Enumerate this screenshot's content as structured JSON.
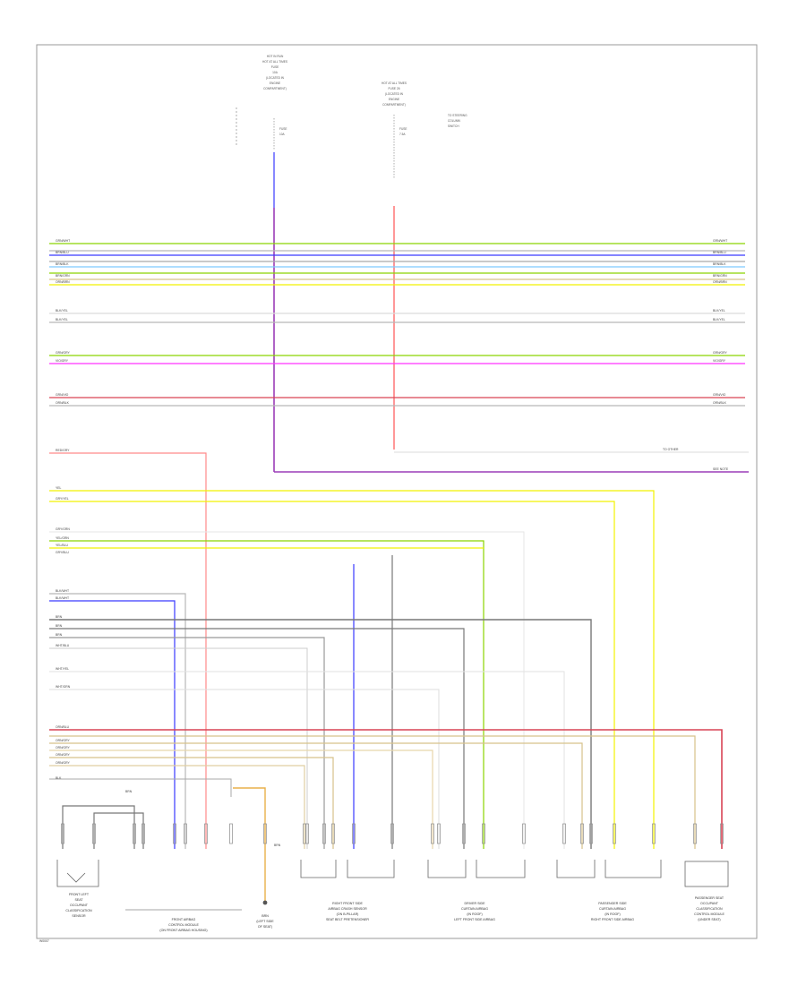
{
  "page_code": "W0007",
  "colors": {
    "green": "#8bd400",
    "yellow": "#f2f200",
    "blue": "#3a3aff",
    "lightblue": "#7ecbff",
    "tan": "#d7c28a",
    "purple": "#9b3db8",
    "magenta": "#ff33ff",
    "red": "#ff5555",
    "darkred": "#d94455",
    "gray": "#b8b8b8",
    "darkgray": "#777777",
    "lightgray": "#dcdcdc",
    "orange": "#e8b04a"
  },
  "top_notes": {
    "left_fuse": [
      "HOT IN RUN",
      "HOT AT ALL TIMES",
      "FUSE",
      "10A",
      "(LOCATED IN",
      "ENGINE",
      "COMPARTMENT)"
    ],
    "mid_fuse": [
      "HOT AT ALL TIMES",
      "FUSE 26",
      "(LOCATED IN",
      "ENGINE",
      "COMPARTMENT)"
    ],
    "right_note": [
      "TO STEERING",
      "COLUMN",
      "SWITCH"
    ]
  },
  "fuse_labels": {
    "left": [
      "FUSE",
      "10A"
    ],
    "mid": [
      "FUSE",
      "7.5A"
    ]
  },
  "harness_labels": {
    "row1": "GRN/WHT",
    "row2": "BRN/BLU",
    "row3": "BRN/BLK",
    "row4": "BRN/GRN",
    "row5": "ORN/BRN",
    "row6": "BLK/YEL",
    "row7": "BLK/YEL",
    "row8": "GRN/GRY",
    "row9": "VIO/GRY",
    "row10": "GRN/VIO",
    "row11": "ORN/BLK",
    "row12": "RED/GRY",
    "row13": "YEL",
    "row14": "GRY/YEL",
    "row15": "GRY/GRN",
    "row16": "YEL/GRN",
    "row17": "YEL/BLU",
    "row18": "GRY/BLU",
    "row19": "BLK/WHT",
    "row20": "BLK/WHT",
    "row21": "BRN",
    "row22": "BRN",
    "row23": "BRN",
    "row24": "WHT/BLU",
    "row25": "WHT/YEL",
    "row26": "WHT/GRN",
    "row27": "ORN/BLU",
    "row28": "ORN/GRY",
    "row29": "ORN/GRY",
    "row30": "ORN/GRY",
    "row31": "ORN/GRY",
    "row32": "BLK"
  },
  "right_labels": {
    "to_other": "TO OTHER",
    "see_note": "SEE NOTE"
  },
  "components": {
    "c1": [
      "FRONT LEFT",
      "SEAT",
      "OCCUPANT",
      "CLASSIFICATION",
      "SENSOR"
    ],
    "c2": [
      "FRONT AIRBAG",
      "CONTROL MODULE",
      "(ON FRONT AIRBAG HOUSING)"
    ],
    "c3": [
      "BRN",
      "(LEFT SIDE",
      "OF SEAT)"
    ],
    "c4": [
      "RIGHT FRONT SIDE",
      "AIRBAG CRASH SENSOR",
      "(ON B-PILLAR)",
      "SEAT BELT PRETENSIONER"
    ],
    "c5": [
      "DRIVER SIDE",
      "CURTAIN AIRBAG",
      "(IN ROOF)",
      "LEFT FRONT SIDE AIRBAG"
    ],
    "c6": [
      "PASSENGER SIDE",
      "CURTAIN AIRBAG",
      "(IN ROOF)",
      "RIGHT FRONT SIDE AIRBAG"
    ],
    "c7": [
      "PASSENGER SEAT",
      "OCCUPANT",
      "CLASSIFICATION",
      "CONTROL MODULE",
      "(UNDER SEAT)"
    ]
  },
  "misc": {
    "brn_left": "BRN",
    "brn_mid": "BRN"
  }
}
